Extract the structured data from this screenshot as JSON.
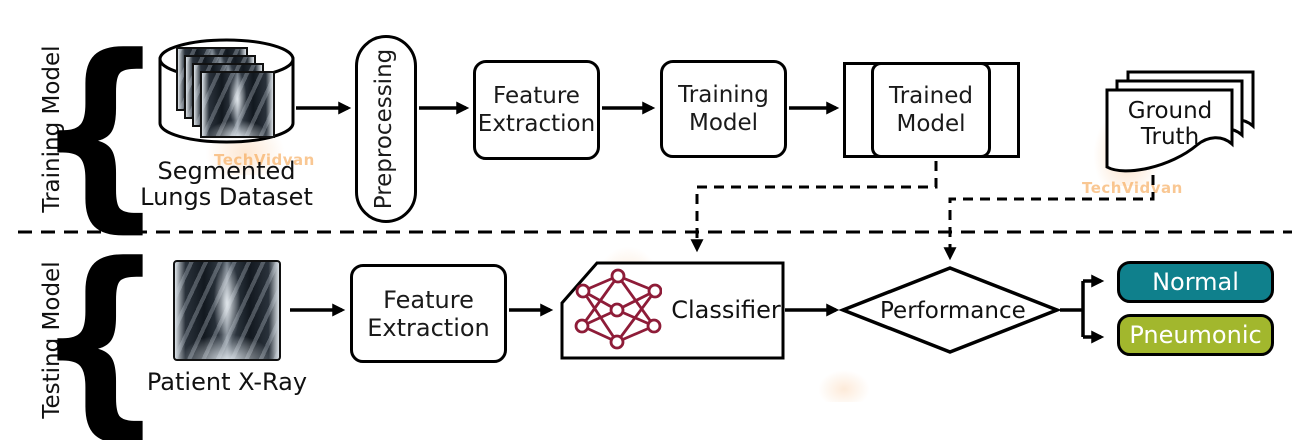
{
  "sections": {
    "training": {
      "label": "Training Model",
      "dataset": {
        "line1": "Segmented",
        "line2": "Lungs Dataset"
      },
      "preprocessing": "Preprocessing",
      "feature_extraction": {
        "line1": "Feature",
        "line2": "Extraction"
      },
      "training_model": {
        "line1": "Training",
        "line2": "Model"
      },
      "trained_model": {
        "line1": "Trained",
        "line2": "Model"
      },
      "ground_truth": {
        "line1": "Ground",
        "line2": "Truth"
      }
    },
    "testing": {
      "label": "Testing Model",
      "input_label": "Patient X-Ray",
      "feature_extraction": {
        "line1": "Feature",
        "line2": "Extraction"
      },
      "classifier": "Classifier",
      "performance": "Performance",
      "outputs": {
        "normal": {
          "label": "Normal",
          "color": "#0F808C"
        },
        "pneumonic": {
          "label": "Pneumonic",
          "color": "#A2B72D"
        }
      }
    }
  },
  "brace": "{",
  "watermark": {
    "text": "TechVidvan",
    "color": "#F59B3C"
  },
  "colors": {
    "network_icon": "#8E1C38",
    "stroke": "#000000"
  }
}
